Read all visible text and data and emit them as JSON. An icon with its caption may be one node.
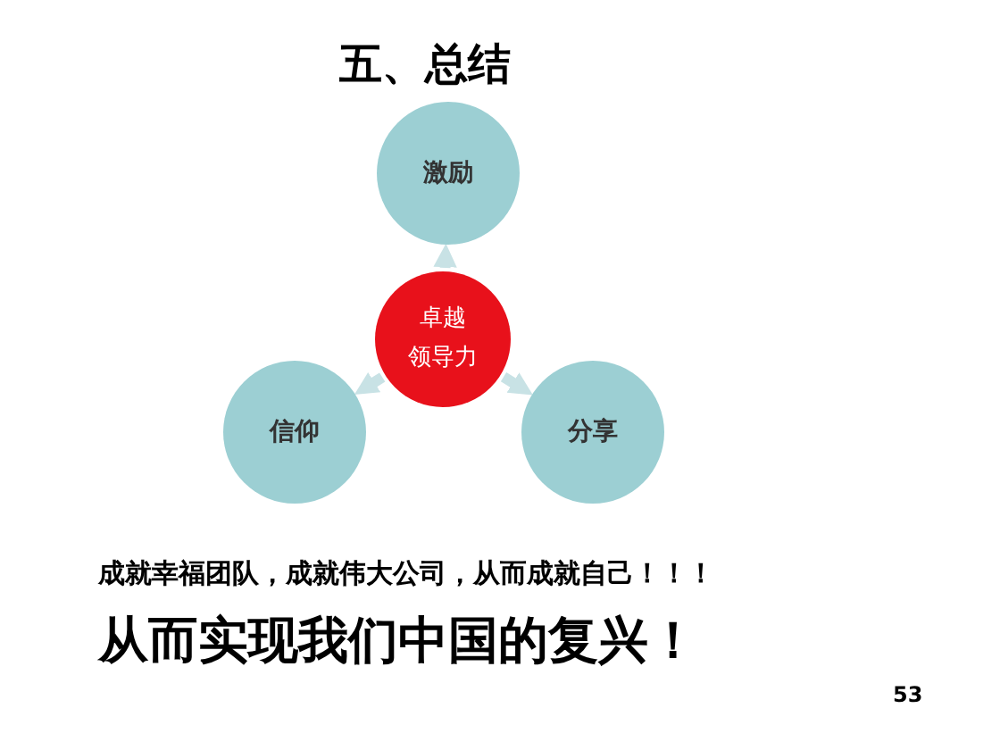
{
  "diagram": {
    "title": "五、总结",
    "nodes": [
      {
        "text": [
          "激励"
        ]
      },
      {
        "text": [
          "卓越",
          "领导力"
        ]
      },
      {
        "text": [
          "信仰"
        ]
      },
      {
        "text": [
          "分享"
        ]
      }
    ],
    "edges": [
      {
        "from": 1,
        "to": 0,
        "arrow": "to"
      },
      {
        "from": 1,
        "to": 2,
        "arrow": "to"
      },
      {
        "from": 1,
        "to": 3,
        "arrow": "to"
      }
    ],
    "labels": [
      "成就幸福团队，成就伟大公司，从而成就自己！！！",
      "从而实现我们中国的复兴！",
      "53"
    ]
  }
}
